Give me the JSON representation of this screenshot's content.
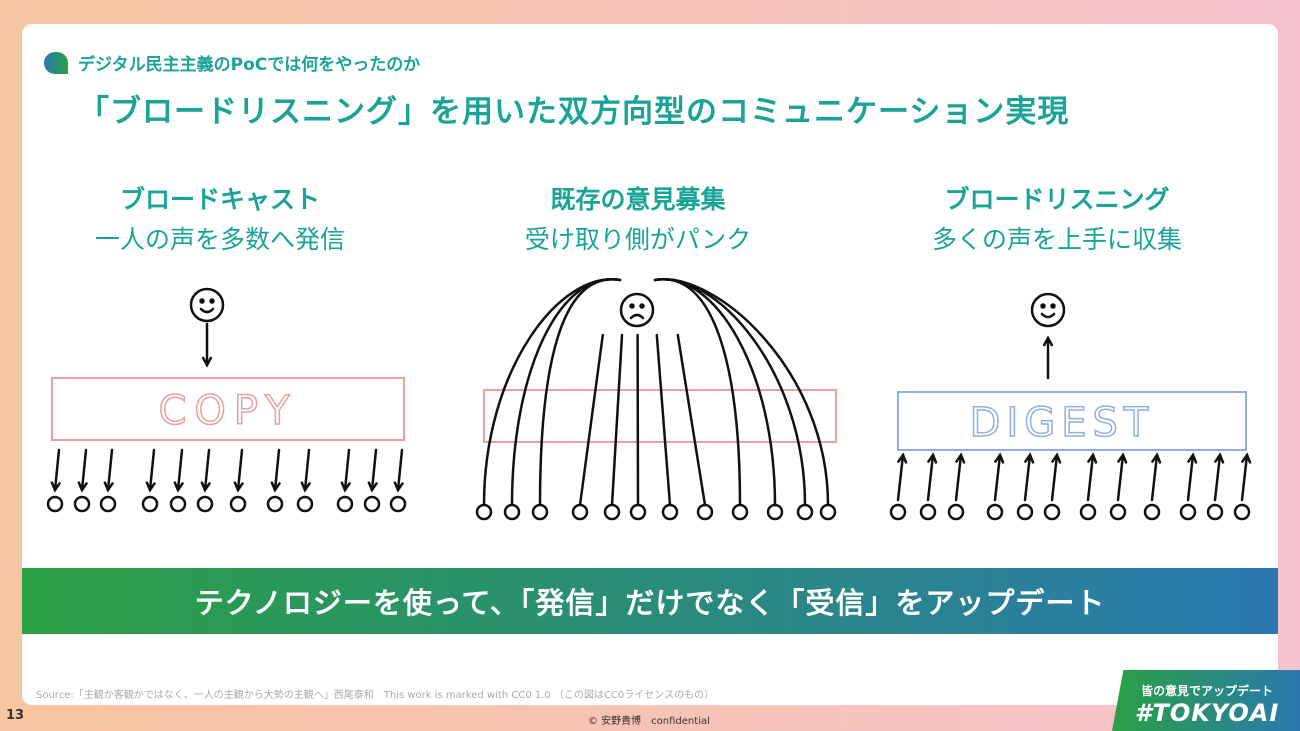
{
  "header": {
    "kicker": "デジタル民主主義のPoCでは何をやったのか",
    "title": "「ブロードリスニング」を用いた双方向型のコミュニケーション実現"
  },
  "columns": [
    {
      "heading": "ブロードキャスト",
      "sub": "一人の声を多数へ発信",
      "box_label": "COPY",
      "box_color": "#e8a0a0"
    },
    {
      "heading": "既存の意見募集",
      "sub": "受け取り側がパンク",
      "box_label": "",
      "box_color": "#e8a0a0"
    },
    {
      "heading": "ブロードリスニング",
      "sub": "多くの声を上手に収集",
      "box_label": "DIGEST",
      "box_color": "#90aee0"
    }
  ],
  "banner": "テクノロジーを使って、「発信」だけでなく「受信」をアップデート",
  "footer": {
    "source": "Source:「主観か客観かではなく、一人の主観から大勢の主観へ」西尾泰和　This work is marked with CC0 1.0 （この図はCC0ライセンスのもの）",
    "page": "13",
    "copyright": "© 安野貴博　confidential"
  },
  "badge": {
    "line1": "皆の意見でアップデート",
    "line2": "#TOKYOAI"
  }
}
